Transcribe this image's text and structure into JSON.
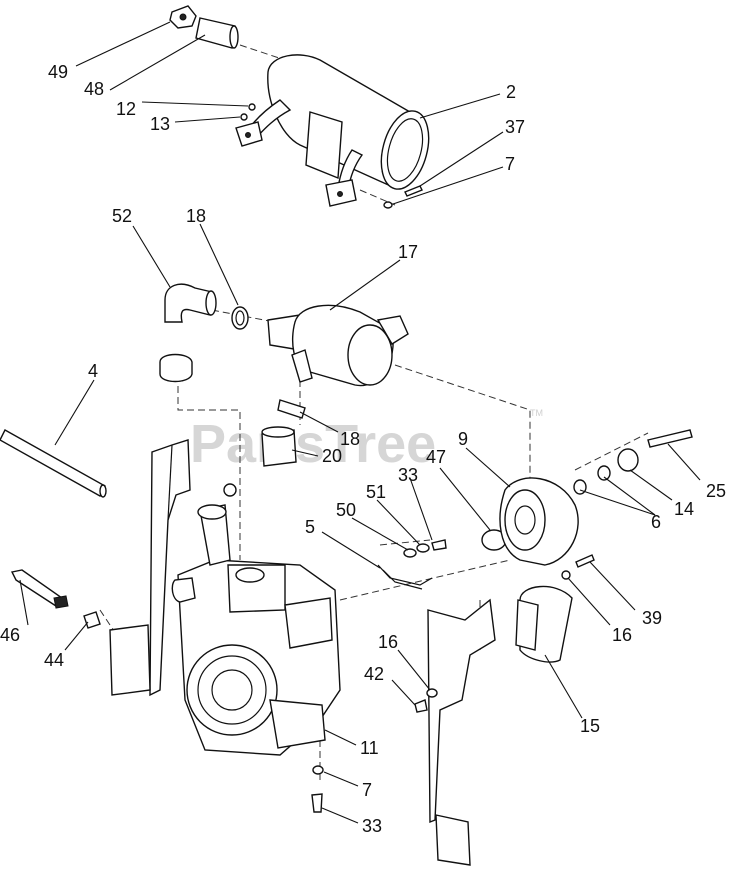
{
  "watermark": {
    "text": "PartsTree",
    "trademark": "TM"
  },
  "callouts": [
    {
      "id": "c49a",
      "text": "49"
    },
    {
      "id": "c48",
      "text": "48"
    },
    {
      "id": "c12",
      "text": "12"
    },
    {
      "id": "c13",
      "text": "13"
    },
    {
      "id": "c2",
      "text": "2"
    },
    {
      "id": "c37",
      "text": "37"
    },
    {
      "id": "c7a",
      "text": "7"
    },
    {
      "id": "c52",
      "text": "52"
    },
    {
      "id": "c18a",
      "text": "18"
    },
    {
      "id": "c17",
      "text": "17"
    },
    {
      "id": "c4",
      "text": "4"
    },
    {
      "id": "c18b",
      "text": "18"
    },
    {
      "id": "c20",
      "text": "20"
    },
    {
      "id": "c9",
      "text": "9"
    },
    {
      "id": "c33a",
      "text": "33"
    },
    {
      "id": "c47",
      "text": "47"
    },
    {
      "id": "c51",
      "text": "51"
    },
    {
      "id": "c50",
      "text": "50"
    },
    {
      "id": "c25",
      "text": "25"
    },
    {
      "id": "c14",
      "text": "14"
    },
    {
      "id": "c6",
      "text": "6"
    },
    {
      "id": "c5",
      "text": "5"
    },
    {
      "id": "c39",
      "text": "39"
    },
    {
      "id": "c16a",
      "text": "16"
    },
    {
      "id": "c46",
      "text": "46"
    },
    {
      "id": "c16b",
      "text": "16"
    },
    {
      "id": "c44",
      "text": "44"
    },
    {
      "id": "c42",
      "text": "42"
    },
    {
      "id": "c15",
      "text": "15"
    },
    {
      "id": "c11",
      "text": "11"
    },
    {
      "id": "c7b",
      "text": "7"
    },
    {
      "id": "c33b",
      "text": "33"
    }
  ]
}
